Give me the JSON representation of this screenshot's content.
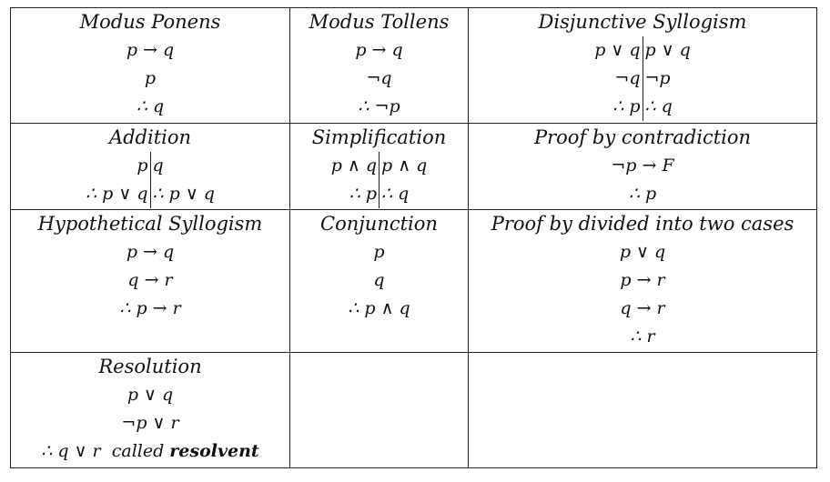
{
  "cells": {
    "modus_ponens": {
      "title": "Modus Ponens",
      "lines": [
        "p → q",
        "p",
        "∴ q"
      ]
    },
    "modus_tollens": {
      "title": "Modus Tollens",
      "lines": [
        "p → q",
        "¬q",
        "∴ ¬p"
      ]
    },
    "disjunctive_syllogism": {
      "title": "Disjunctive Syllogism",
      "left": [
        "p ∨ q",
        "¬q",
        "∴ p"
      ],
      "right": [
        "p ∨ q",
        "¬p",
        "∴ q"
      ]
    },
    "addition": {
      "title": "Addition",
      "left": [
        "p",
        "∴ p ∨ q"
      ],
      "right": [
        "q",
        "∴ p ∨ q"
      ]
    },
    "simplification": {
      "title": "Simplification",
      "left": [
        "p ∧ q",
        "∴ p"
      ],
      "right": [
        "p ∧ q",
        "∴ q"
      ]
    },
    "proof_by_contradiction": {
      "title": "Proof by contradiction",
      "lines": [
        "¬p → F",
        "∴ p"
      ]
    },
    "hypothetical_syllogism": {
      "title": "Hypothetical Syllogism",
      "lines": [
        "p → q",
        "q → r",
        "∴ p → r"
      ]
    },
    "conjunction": {
      "title": "Conjunction",
      "lines": [
        "p",
        "q",
        "∴ p ∧ q"
      ]
    },
    "proof_by_cases": {
      "title": "Proof by divided into two cases",
      "lines": [
        "p ∨ q",
        "p → r",
        "q → r",
        "∴ r"
      ]
    },
    "resolution": {
      "title": "Resolution",
      "lines": [
        "p ∨ q",
        "¬p ∨ r"
      ],
      "conclusion_prefix": "∴ q ∨ r  called ",
      "conclusion_emphasis": "resolvent"
    }
  }
}
